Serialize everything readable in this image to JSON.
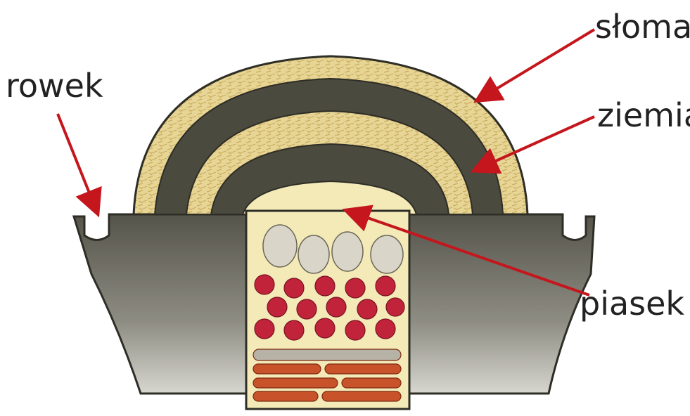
{
  "labels": {
    "rowek": "rowek",
    "sloma": "słoma",
    "ziemia": "ziemia",
    "piasek": "piasek"
  },
  "colors": {
    "straw": "#e7d596",
    "earth": "#4b4a3f",
    "soil": "#7f7e74",
    "arrow": "#c4161c",
    "beet": "#c0233a",
    "potato": "#d9d6c9",
    "carrot": "#c8522a",
    "sand": "#f3eab8"
  }
}
